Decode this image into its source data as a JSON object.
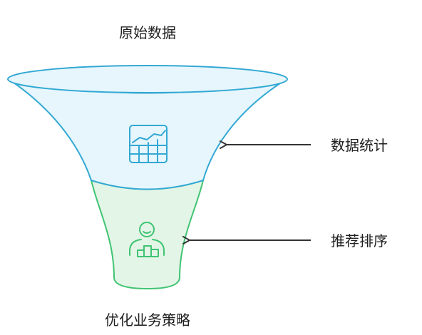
{
  "diagram": {
    "top_label": "原始数据",
    "bottom_label": "优化业务策略",
    "stages": [
      {
        "label": "数据统计",
        "icon": "chart-grid-icon",
        "fill": "#e6f6fc",
        "stroke": "#33a8d4"
      },
      {
        "label": "推荐排序",
        "icon": "person-podium-icon",
        "fill": "#e3f5e6",
        "stroke": "#3fc473"
      }
    ],
    "arrow_color": "#333333"
  }
}
